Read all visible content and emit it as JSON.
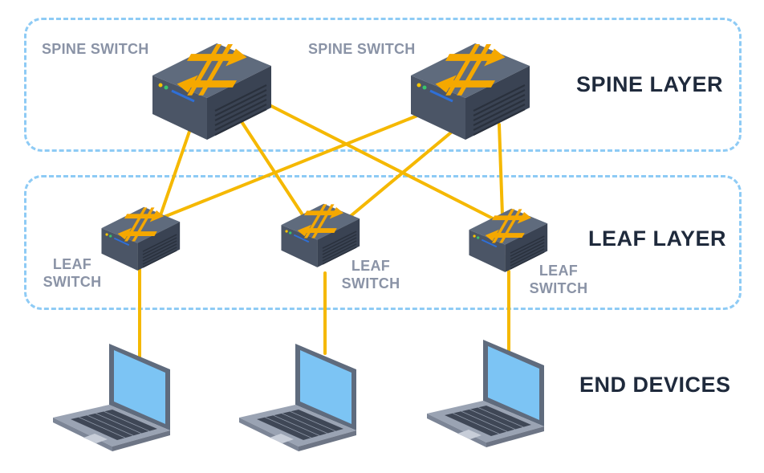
{
  "layers": {
    "spine": "SPINE LAYER",
    "leaf": "LEAF LAYER",
    "end": "END DEVICES"
  },
  "spine_switches": [
    {
      "label": "SPINE SWITCH"
    },
    {
      "label": "SPINE SWITCH"
    }
  ],
  "leaf_switches": [
    {
      "label_line1": "LEAF",
      "label_line2": "SWITCH"
    },
    {
      "label_line1": "LEAF",
      "label_line2": "SWITCH"
    },
    {
      "label_line1": "LEAF",
      "label_line2": "SWITCH"
    }
  ],
  "links": {
    "spine_to_leaf": [
      [
        0,
        0
      ],
      [
        0,
        1
      ],
      [
        0,
        2
      ],
      [
        1,
        0
      ],
      [
        1,
        1
      ],
      [
        1,
        2
      ]
    ],
    "leaf_to_device": [
      [
        0,
        0
      ],
      [
        1,
        1
      ],
      [
        2,
        2
      ]
    ]
  },
  "colors": {
    "link": "#f5b800",
    "zone_border": "#8ecbf5",
    "switch_top": "#5f6b7d",
    "switch_side": "#3a4353",
    "arrow": "#f5a800",
    "screen": "#7cc4f4",
    "laptop_body": "#9aa3b3"
  }
}
